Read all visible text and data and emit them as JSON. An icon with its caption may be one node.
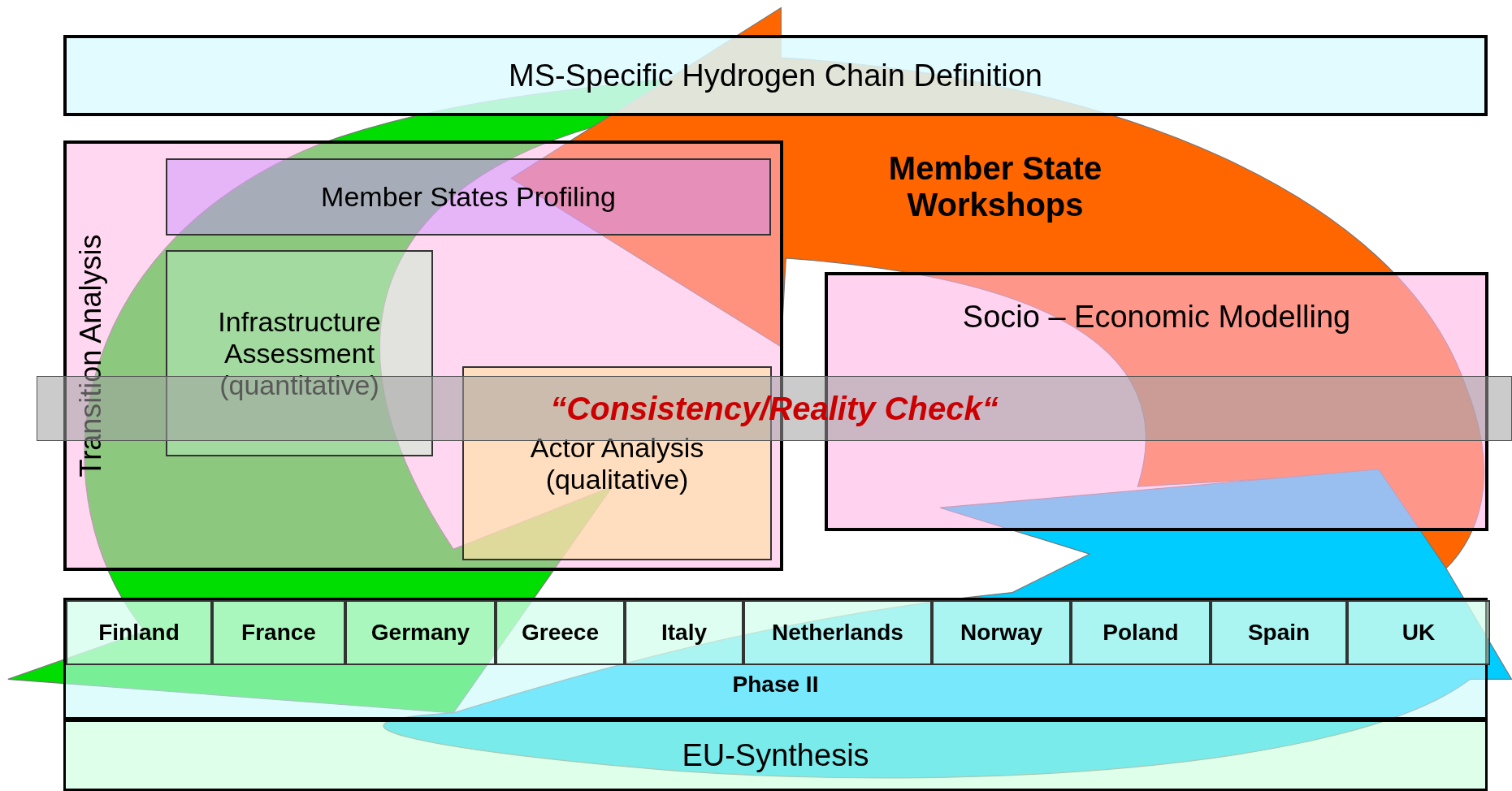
{
  "diagram": {
    "nodes": [
      {
        "text": [
          "MS-Specific Hydrogen Chain Definition"
        ]
      },
      {
        "text": [
          "Transition Analysis"
        ]
      },
      {
        "text": [
          "Member States Profiling"
        ],
        "in": 1
      },
      {
        "text": [
          "Infrastructure Assessment (quantitative)"
        ],
        "in": 1
      },
      {
        "text": [
          "Actor Analysis (qualitative)"
        ],
        "in": 1
      },
      {
        "text": [
          "Socio – Economic Modelling"
        ]
      },
      {
        "text": [
          "“Consistency/Reality Check“"
        ]
      },
      {
        "text": [
          "Phase II"
        ]
      },
      {
        "text": [
          "Finland"
        ],
        "in": 7
      },
      {
        "text": [
          "France"
        ],
        "in": 7
      },
      {
        "text": [
          "Germany"
        ],
        "in": 7
      },
      {
        "text": [
          "Greece"
        ],
        "in": 7
      },
      {
        "text": [
          "Italy"
        ],
        "in": 7
      },
      {
        "text": [
          "Netherlands"
        ],
        "in": 7
      },
      {
        "text": [
          "Norway"
        ],
        "in": 7
      },
      {
        "text": [
          "Poland"
        ],
        "in": 7
      },
      {
        "text": [
          "Spain"
        ],
        "in": 7
      },
      {
        "text": [
          "UK"
        ],
        "in": 7
      },
      {
        "text": [
          "EU-Synthesis"
        ]
      }
    ],
    "edges": [],
    "labels": [
      "Member State Workshops"
    ]
  }
}
